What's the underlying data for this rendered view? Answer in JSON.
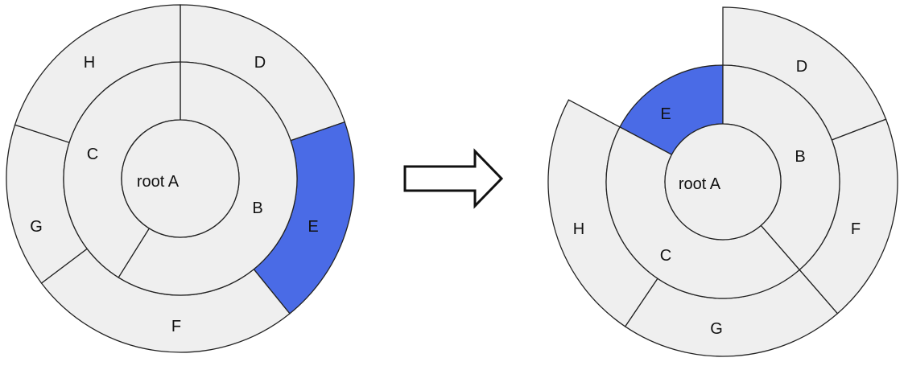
{
  "colors": {
    "fill": "#efefef",
    "highlight": "#4a6be6",
    "stroke": "#222222"
  },
  "before": {
    "root": {
      "label": "root A"
    },
    "level1": [
      {
        "label": "B",
        "highlight": false
      },
      {
        "label": "C",
        "highlight": false
      }
    ],
    "level2": [
      {
        "label": "D",
        "highlight": false
      },
      {
        "label": "E",
        "highlight": true
      },
      {
        "label": "F",
        "highlight": false
      },
      {
        "label": "G",
        "highlight": false
      },
      {
        "label": "H",
        "highlight": false
      }
    ]
  },
  "arrow": {
    "direction": "right",
    "icon": "outline-right-arrow-icon"
  },
  "after": {
    "root": {
      "label": "root A"
    },
    "level1": [
      {
        "label": "E",
        "highlight": true
      },
      {
        "label": "B",
        "highlight": false
      },
      {
        "label": "C",
        "highlight": false
      }
    ],
    "level2": [
      {
        "label": "D",
        "highlight": false
      },
      {
        "label": "F",
        "highlight": false
      },
      {
        "label": "G",
        "highlight": false
      },
      {
        "label": "H",
        "highlight": false
      }
    ]
  }
}
